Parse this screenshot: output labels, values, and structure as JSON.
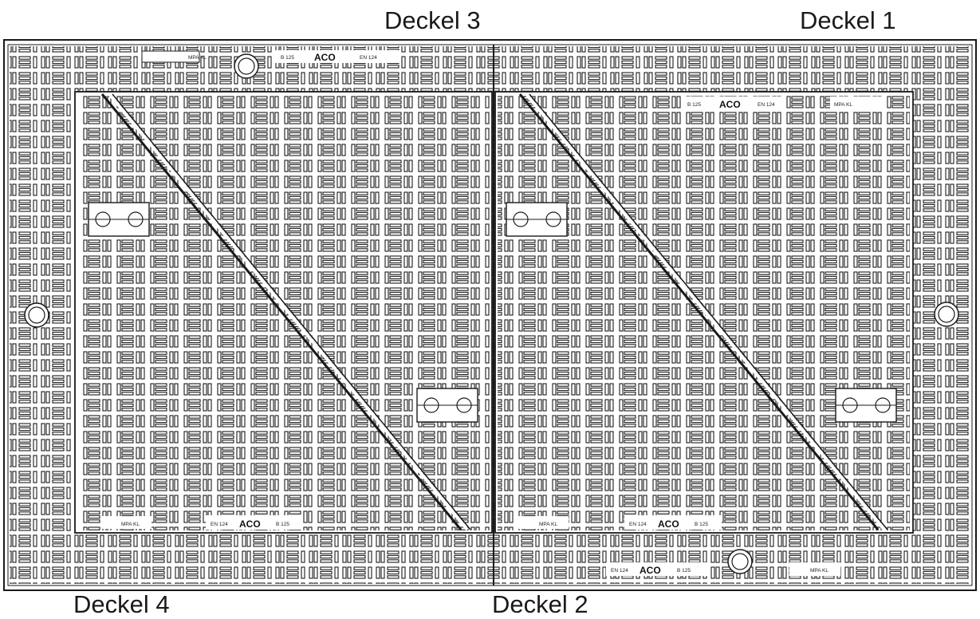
{
  "labels": {
    "cover_3": "Deckel 3",
    "cover_1": "Deckel 1",
    "cover_4": "Deckel 4",
    "cover_2": "Deckel 2"
  },
  "markings": {
    "standard": "EN 124",
    "brand": "ACO",
    "load_class": "B 125",
    "test_mark": "MPA KL"
  },
  "colors": {
    "line": "#1a1a1a",
    "background": "#ffffff"
  }
}
